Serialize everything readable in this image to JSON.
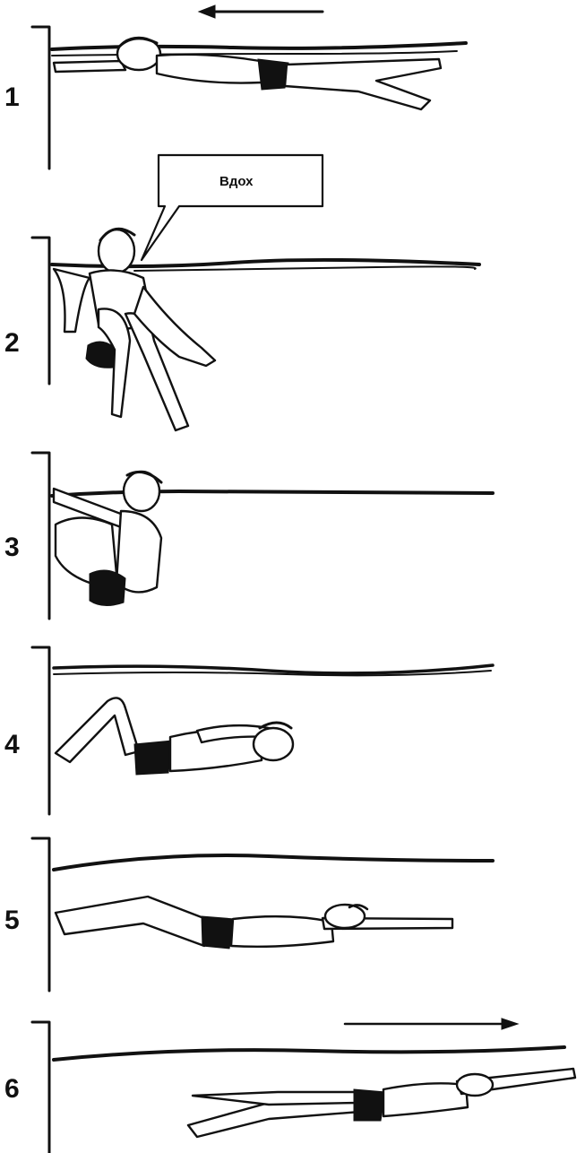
{
  "steps": [
    {
      "number": "1"
    },
    {
      "number": "2"
    },
    {
      "number": "3"
    },
    {
      "number": "4"
    },
    {
      "number": "5"
    },
    {
      "number": "6"
    }
  ],
  "callout": {
    "text": "Вдох"
  },
  "icons": {
    "top_arrow": "arrow-left-icon",
    "bottom_arrow": "arrow-right-icon"
  },
  "colors": {
    "ink": "#111111",
    "background": "#ffffff"
  }
}
